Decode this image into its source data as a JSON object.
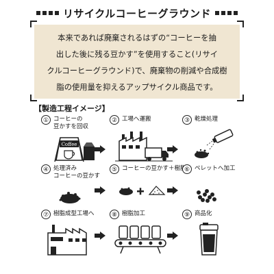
{
  "header": {
    "title": "リサイクルコーヒーグラウンド"
  },
  "description": {
    "line1": "本来であれば廃棄されるはずの“コーヒーを抽",
    "line2": "出した後に残る豆かす”を使用すること(リサイ",
    "line3": "クルコーヒーグラウンド)で、廃棄物の削減や合成樹",
    "line4": "脂の使用量を抑えるアップサイクル商品です。"
  },
  "process": {
    "title": "【製造工程イメージ】",
    "steps": [
      {
        "num": "①",
        "label_line1": "コーヒーの",
        "label_line2": "豆かすを回収",
        "sign_text": "Coffee"
      },
      {
        "num": "②",
        "label_line1": "工場へ運搬",
        "label_line2": ""
      },
      {
        "num": "③",
        "label_line1": "乾燥処理",
        "label_line2": ""
      },
      {
        "num": "④",
        "label_line1": "処理済み",
        "label_line2": "コーヒーの豆かす"
      },
      {
        "num": "⑤",
        "label_line1": "コーヒーの豆かす＋樹脂",
        "label_line2": ""
      },
      {
        "num": "⑥",
        "label_line1": "ペレットへ加工",
        "label_line2": ""
      },
      {
        "num": "⑦",
        "label_line1": "樹脂成型工場へ",
        "label_line2": ""
      },
      {
        "num": "⑧",
        "label_line1": "樹脂加工",
        "label_line2": ""
      },
      {
        "num": "⑨",
        "label_line1": "商品化",
        "label_line2": ""
      }
    ]
  },
  "colors": {
    "background": "#ffffff",
    "description_bg": "#f0e6d2",
    "ink": "#1a1a1a"
  }
}
